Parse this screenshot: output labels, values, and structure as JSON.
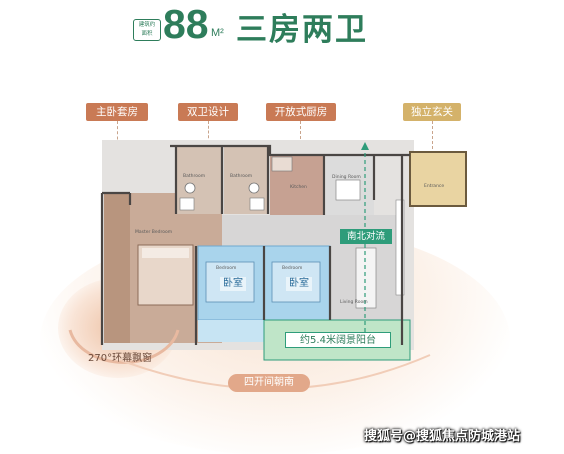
{
  "header": {
    "badge_line1": "建筑",
    "badge_line2": "面积",
    "badge_mark": "约",
    "area": "88",
    "unit": "M²",
    "title": "三房两卫"
  },
  "callouts": {
    "master_suite": "主卧套房",
    "two_bath": "双卫设计",
    "open_kitchen": "开放式厨房",
    "foyer": "独立玄关"
  },
  "labels": {
    "bedroom_1": "卧室",
    "bedroom_2": "卧室",
    "ns_ventilation": "南北对流",
    "balcony": "约5.4米阔景阳台",
    "window": "270°环幕飘窗",
    "south": "四开间朝南"
  },
  "room_names": {
    "bathroom_1": "Bathroom",
    "bathroom_2": "Bathroom",
    "kitchen": "Kitchen",
    "dining": "Dining Room",
    "entrance": "Entrance",
    "master": "Master Bedroom",
    "bedroom_a": "Bedroom",
    "bedroom_b": "Bedroom",
    "living": "Living Room"
  },
  "watermark": "搜狐号@搜狐焦点防城港站",
  "colors": {
    "green": "#2e7d5b",
    "tag_brown": "#c97a55",
    "tag_gold": "#d4b26a",
    "blue_room": "#a9d4ec",
    "green_balcony": "#bfe5c8",
    "wall": "#4a4644"
  }
}
